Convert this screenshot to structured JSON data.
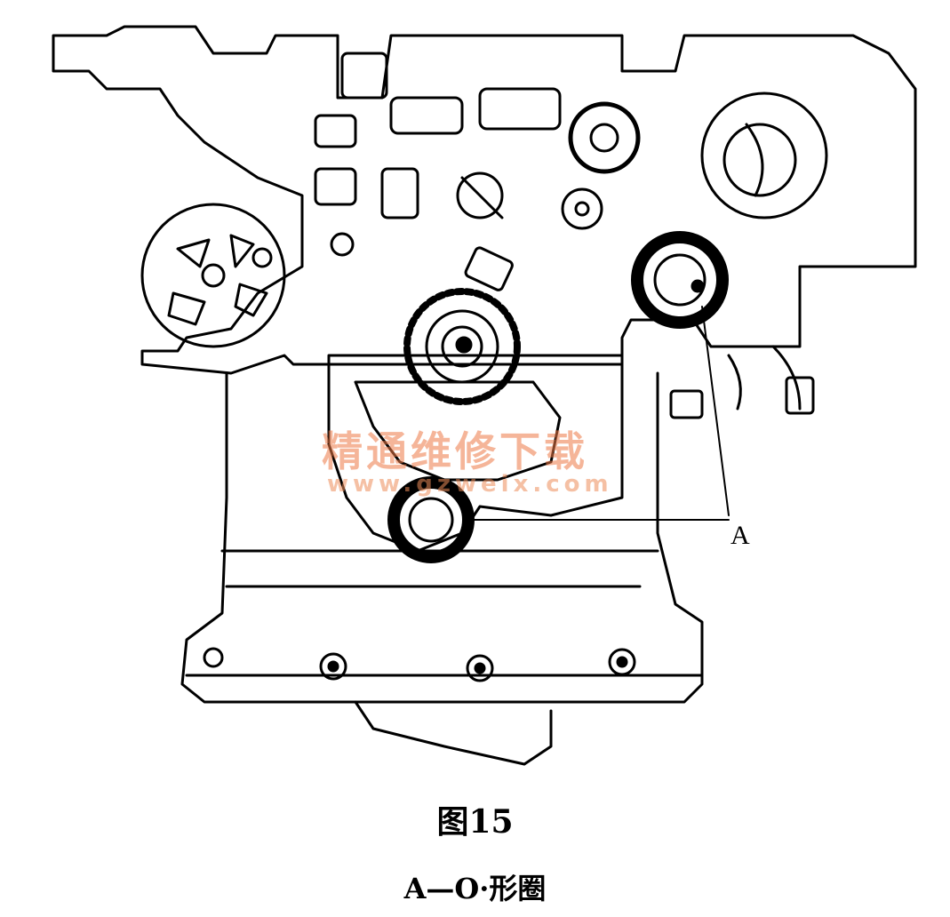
{
  "figure": {
    "callout_label": "A",
    "figure_number": "图15",
    "legend": "A—O·形圈"
  },
  "watermark": {
    "text_cn": "精通维修下载",
    "url": "www.gzweix.com",
    "color": "#ec7846"
  }
}
